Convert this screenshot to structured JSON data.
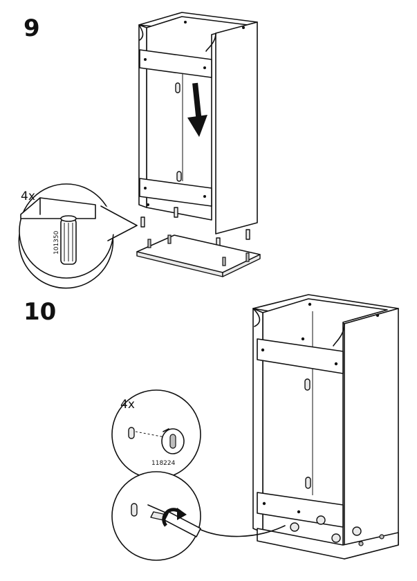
{
  "steps": [
    {
      "number": "9",
      "callout": {
        "quantity": "4x",
        "part_code": "101350",
        "part_icon": "wooden-dowel-icon"
      }
    },
    {
      "number": "10",
      "callout": {
        "quantity": "4x",
        "part_code": "118224",
        "part_icon": "cam-lock-icon"
      },
      "detail_tool_icon": "screwdriver-icon"
    }
  ]
}
